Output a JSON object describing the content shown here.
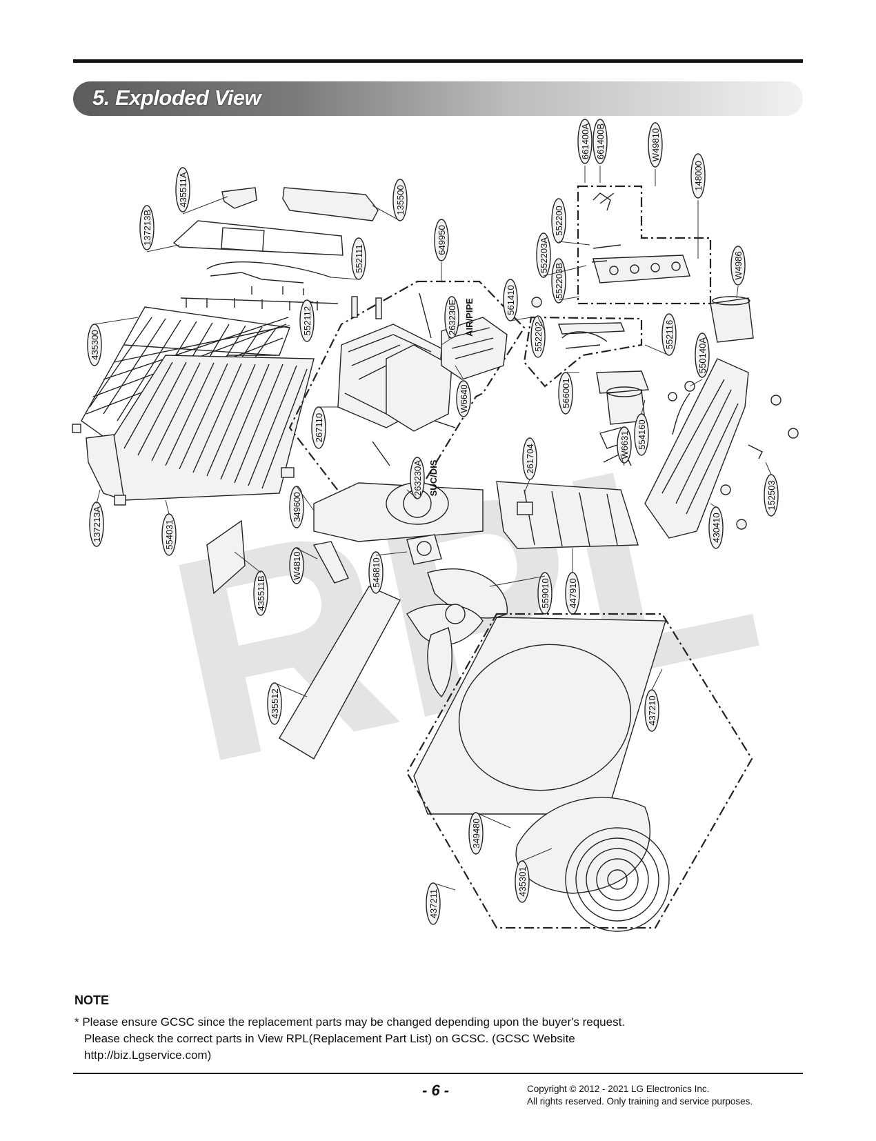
{
  "section_title": "5. Exploded View",
  "watermark": "RPL",
  "part_labels": [
    "661400A",
    "661400B",
    "W49810",
    "148000",
    "552200",
    "552203A",
    "552203B",
    "W4986",
    "435511A",
    "135500",
    "137213B",
    "552111",
    "649950",
    "561410",
    "552116",
    "550140A",
    "435300",
    "552112",
    "263230E",
    "AIR/PIPE",
    "552202",
    "566001",
    "W6640",
    "267110",
    "263230A",
    "SUC/DIS",
    "554160",
    "W6631",
    "261704",
    "137213A",
    "554031",
    "349600",
    "152503",
    "430410",
    "W4810",
    "546810",
    "435511B",
    "559010",
    "447910",
    "435512",
    "437210",
    "349480",
    "435301",
    "437211"
  ],
  "note": {
    "title": "NOTE",
    "line1": "* Please ensure GCSC since the replacement parts may be changed depending upon the buyer's request.",
    "line2": "Please check the correct parts in View RPL(Replacement Part List) on GCSC. (GCSC Website",
    "line3": "http://biz.Lgservice.com)"
  },
  "page_number": "- 6 -",
  "copyright_line1": "Copyright © 2012 - 2021 LG Electronics Inc.",
  "copyright_line2": "All rights reserved. Only training and service purposes."
}
